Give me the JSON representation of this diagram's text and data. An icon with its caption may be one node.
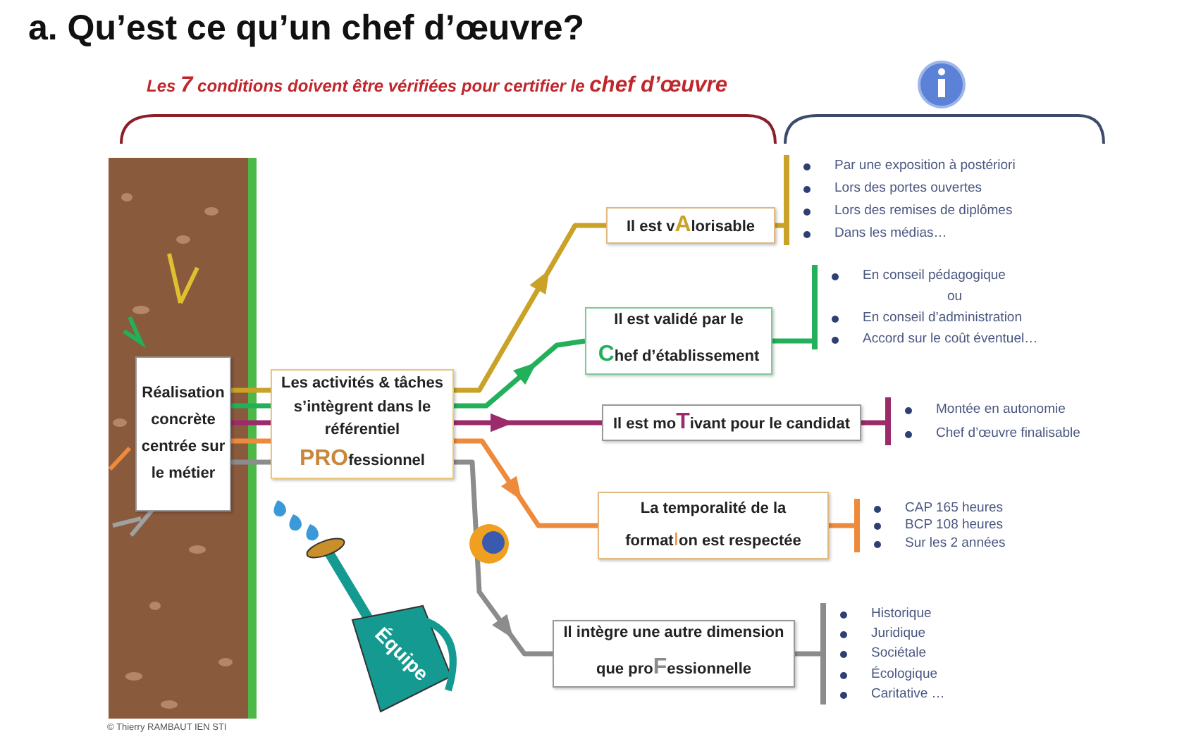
{
  "diagram": {
    "title": "a. Qu’est ce qu’un chef d’œuvre?",
    "nodes": [
      {
        "text": [
          "Réalisation concrète centrée sur le métier"
        ]
      },
      {
        "text": [
          "Les activités & tâches s’intègrent  dans le référentiel **PRO**fessionnel"
        ]
      },
      {
        "text": [
          "Il est v**A**lorisable"
        ]
      },
      {
        "text": [
          "Par une exposition à postériori",
          "Lors des portes ouvertes",
          "Lors des remises de diplômes",
          "Dans les médias…"
        ]
      },
      {
        "text": [
          "Il est validé par le **C**hef d’établissement"
        ]
      },
      {
        "text": [
          "En conseil pédagogique",
          "ou",
          "En conseil d’administration",
          "Accord sur le coût éventuel…"
        ]
      },
      {
        "text": [
          "Il est mo**T**ivant pour le candidat"
        ]
      },
      {
        "text": [
          "Montée en autonomie",
          "Chef d’œuvre finalisable"
        ]
      },
      {
        "text": [
          "La temporalité de la format**I**on est respectée"
        ]
      },
      {
        "text": [
          "CAP 165 heures",
          "BCP 108 heures",
          "Sur les 2 années"
        ]
      },
      {
        "text": [
          "Il intègre une autre dimension que pro**F**essionnelle"
        ]
      },
      {
        "text": [
          "Historique",
          "Juridique",
          "Sociétale",
          "Écologique",
          "Caritative …"
        ]
      }
    ],
    "edges": [
      {
        "from": 0,
        "to": 1,
        "arrow": "none",
        "color": "#c9a227"
      },
      {
        "from": 0,
        "to": 1,
        "arrow": "none",
        "color": "#22b05a"
      },
      {
        "from": 0,
        "to": 1,
        "arrow": "none",
        "color": "#9b2b6b"
      },
      {
        "from": 0,
        "to": 1,
        "arrow": "none",
        "color": "#ee8a3c"
      },
      {
        "from": 0,
        "to": 1,
        "arrow": "none",
        "color": "#8c8c8c"
      },
      {
        "from": 1,
        "to": 2,
        "arrow": "to",
        "color": "#c9a227"
      },
      {
        "from": 1,
        "to": 4,
        "arrow": "to",
        "color": "#22b05a"
      },
      {
        "from": 1,
        "to": 6,
        "arrow": "to",
        "color": "#9b2b6b"
      },
      {
        "from": 1,
        "to": 8,
        "arrow": "to",
        "color": "#ee8a3c"
      },
      {
        "from": 1,
        "to": 10,
        "arrow": "to",
        "color": "#8c8c8c"
      },
      {
        "from": 2,
        "to": 3,
        "arrow": "none",
        "color": "#c9a227"
      },
      {
        "from": 4,
        "to": 5,
        "arrow": "none",
        "color": "#22b05a"
      },
      {
        "from": 6,
        "to": 7,
        "arrow": "none",
        "color": "#9b2b6b"
      },
      {
        "from": 8,
        "to": 9,
        "arrow": "none",
        "color": "#ee8a3c"
      },
      {
        "from": 10,
        "to": 11,
        "arrow": "none",
        "color": "#8c8c8c"
      }
    ],
    "labels": [
      "Les **7** conditions doivent être vérifiées pour certifier le **chef d’œuvre**",
      "Équipe",
      "© Thierry RAMBAUT IEN STI"
    ]
  }
}
